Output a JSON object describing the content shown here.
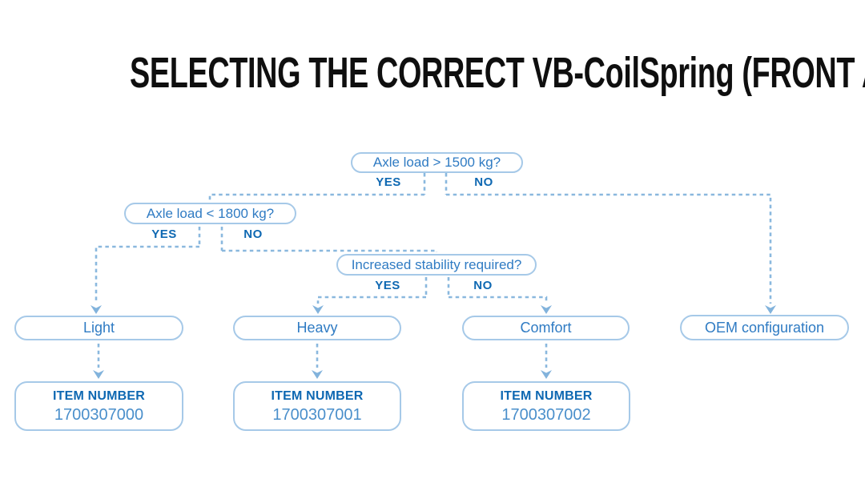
{
  "title": "SELECTING THE CORRECT VB-CoilSpring (FRONT AXLE)",
  "colors": {
    "background": "#ffffff",
    "title_text": "#0f0f0f",
    "box_border": "#a6c9e8",
    "node_text": "#2f7bc3",
    "bold_label_text": "#0e68b2",
    "item_number_text": "#4a8fcb",
    "connector": "#8ab8de",
    "arrowhead": "#82b3dc"
  },
  "flowchart": {
    "questions": [
      {
        "id": "axle-load-1500",
        "label": "Axle load > 1500 kg?",
        "yes": "YES",
        "no": "NO"
      },
      {
        "id": "axle-load-1800",
        "label": "Axle load < 1800 kg?",
        "yes": "YES",
        "no": "NO"
      },
      {
        "id": "increased-stability",
        "label": "Increased stability required?",
        "yes": "YES",
        "no": "NO"
      }
    ],
    "results": [
      {
        "label": "Light"
      },
      {
        "label": "Heavy"
      },
      {
        "label": "Comfort"
      },
      {
        "label": "OEM configuration"
      }
    ],
    "item_cards": [
      {
        "heading": "ITEM NUMBER",
        "number": "1700307000"
      },
      {
        "heading": "ITEM NUMBER",
        "number": "1700307001"
      },
      {
        "heading": "ITEM NUMBER",
        "number": "1700307002"
      }
    ]
  }
}
